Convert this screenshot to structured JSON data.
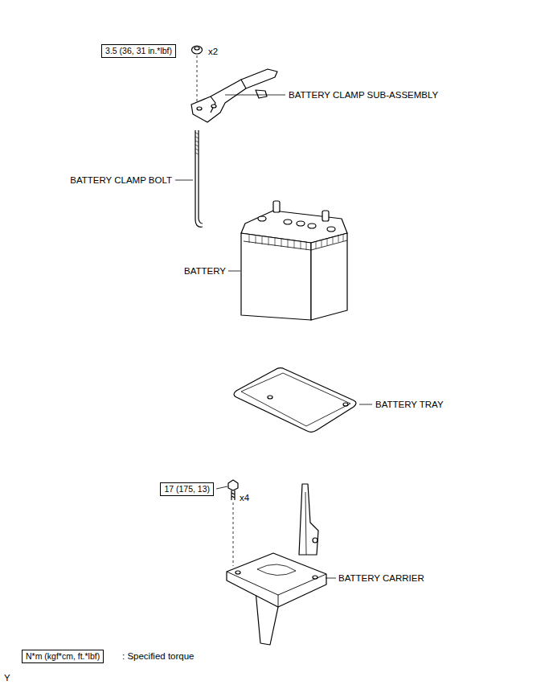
{
  "diagram": {
    "nodes": [
      {
        "text": [
          "3.5 (36, 31 in.*lbf)"
        ]
      },
      {
        "text": [
          "17 (175, 13)"
        ]
      },
      {
        "text": [
          "N*m (kgf*cm, ft.*lbf)"
        ]
      }
    ],
    "labels": [
      "x2",
      "BATTERY CLAMP SUB-ASSEMBLY",
      "BATTERY CLAMP BOLT",
      "BATTERY",
      "BATTERY TRAY",
      "x4",
      "BATTERY CARRIER",
      ": Specified torque",
      "Y"
    ]
  }
}
